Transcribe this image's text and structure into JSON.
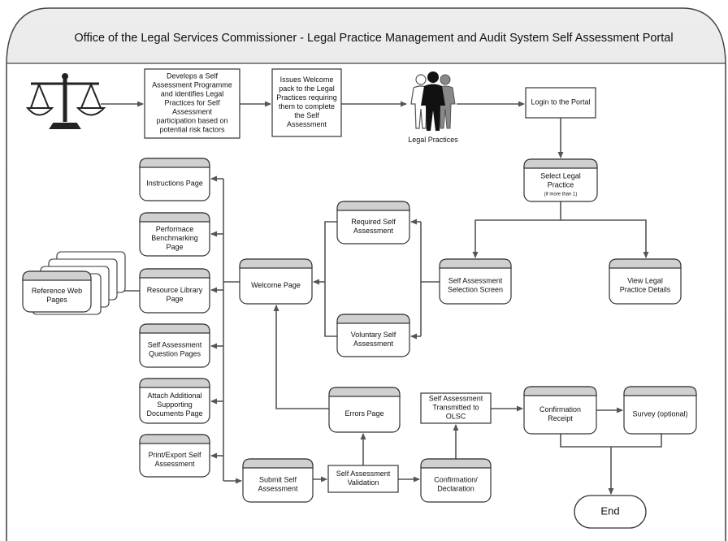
{
  "title": "Office of the Legal Services Commissioner - Legal Practice Management and Audit System Self Assessment Portal",
  "colors": {
    "frame_top": "#ededed",
    "frame_bottom": "#d9d9d9",
    "line": "#555555",
    "box_fill": "#ffffff",
    "tab_fill": "#d0d0d0"
  },
  "icons": {
    "scales": "scales-of-justice-icon",
    "people": "people-group-icon"
  },
  "nodes": {
    "develop": [
      "Develops a Self",
      "Assessment Programme",
      "and identifies Legal",
      "Practices for Self",
      "Assessment",
      "participation based on",
      "potential risk factors"
    ],
    "issues": [
      "Issues Welcome",
      "pack to the Legal",
      "Practices requiring",
      "them to complete",
      "the Self",
      "Assessment"
    ],
    "legal_practices": [
      "Legal Practices"
    ],
    "login": [
      "Login to the Portal"
    ],
    "select_legal": [
      "Select Legal",
      "Practice"
    ],
    "select_legal_note": "(if more than 1)",
    "required_self": [
      "Required Self",
      "Assessment"
    ],
    "voluntary_self": [
      "Voluntary Self",
      "Assessment"
    ],
    "selection_screen": [
      "Self Assessment",
      "Selection Screen"
    ],
    "view_legal": [
      "View Legal",
      "Practice Details"
    ],
    "welcome": [
      "Welcome Page"
    ],
    "instructions": [
      "Instructions Page"
    ],
    "benchmark": [
      "Performace",
      "Benchmarking",
      "Page"
    ],
    "resource": [
      "Resource Library",
      "Page"
    ],
    "reference": [
      "Reference Web",
      "Pages"
    ],
    "questions": [
      "Self Assessment",
      "Question Pages"
    ],
    "attach": [
      "Attach Additional",
      "Supporting",
      "Documents Page"
    ],
    "print": [
      "Print/Export Self",
      "Assessment"
    ],
    "submit": [
      "Submit Self",
      "Assessment"
    ],
    "validation": [
      "Self Assessment",
      "Validation"
    ],
    "errors": [
      "Errors Page"
    ],
    "confirm_decl": [
      "Confirmation/",
      "Declaration"
    ],
    "transmitted": [
      "Self Assessment",
      "Transmitted to",
      "OLSC"
    ],
    "confirm_receipt": [
      "Confirmation",
      "Receipt"
    ],
    "survey": [
      "Survey (optional)"
    ],
    "end": [
      "End"
    ]
  }
}
